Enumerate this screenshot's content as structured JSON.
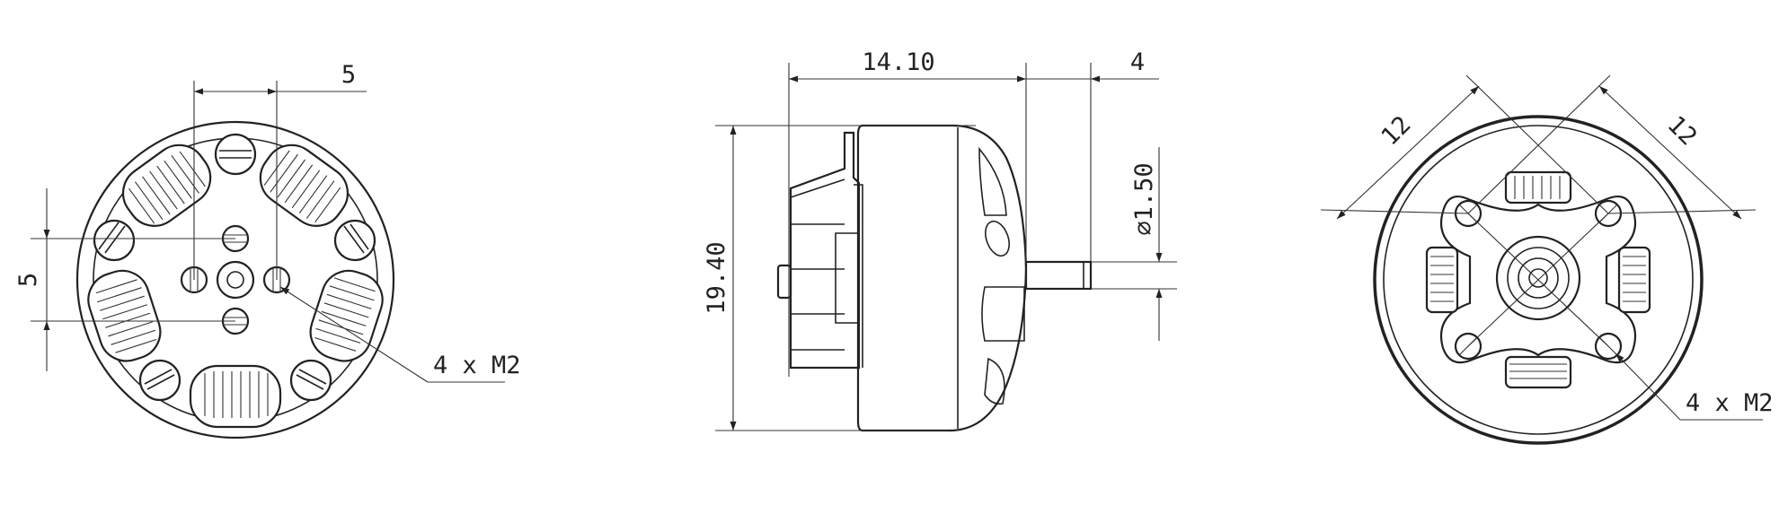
{
  "diagram": {
    "front_view": {
      "dim_horizontal": "5",
      "dim_vertical": "5",
      "mount_callout": "4 x M2"
    },
    "side_view": {
      "dim_length": "14.10",
      "dim_shaft_length": "4",
      "dim_height": "19.40",
      "dim_shaft_diameter": "⌀1.50"
    },
    "rear_view": {
      "dim_diag_left": "12",
      "dim_diag_right": "12",
      "mount_callout": "4 x M2"
    }
  }
}
